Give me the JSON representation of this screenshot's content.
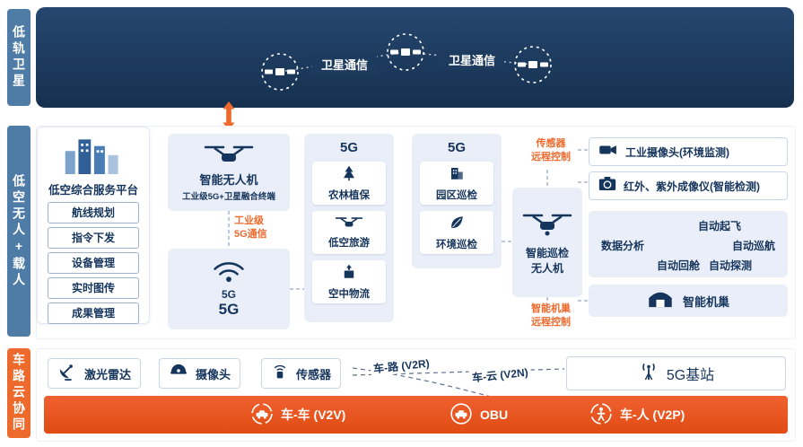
{
  "colors": {
    "navy": "#1d3a5f",
    "side_label_blue": "#4e7ca6",
    "accent_orange": "#ed6a2c",
    "bar_orange": "#e8551e",
    "panel_blue": "#e9eef8"
  },
  "satellite_band": {
    "side_label": "低轨卫星",
    "links": [
      "卫星通信",
      "卫星通信"
    ]
  },
  "air_band": {
    "side_label": "低空无人+载人",
    "platform": {
      "title": "低空综合服务平台",
      "items": [
        "航线规划",
        "指令下发",
        "设备管理",
        "实时图传",
        "成果管理"
      ]
    },
    "smart_drone": {
      "title": "智能无人机",
      "subtitle": "工业级5G+卫星融合终端"
    },
    "industrial_5g_link": "工业级\n5G通信",
    "g5_terminal": {
      "small_label": "5G",
      "big_label": "5G"
    },
    "apps_col1": {
      "header": "5G",
      "items": [
        "农林植保",
        "低空旅游",
        "空中物流"
      ]
    },
    "apps_col2": {
      "header": "5G",
      "items": [
        "园区巡检",
        "环境巡检"
      ]
    },
    "inspection_drone": {
      "title": "智能巡检\n无人机"
    },
    "sensor_remote_label": "传感器\n远程控制",
    "nest_remote_label": "智能机巢\n远程控制",
    "payloads": [
      "工业摄像头(环境监测)",
      "红外、紫外成像仪(智能检测)"
    ],
    "capabilities": {
      "data_analysis": "数据分析",
      "auto_takeoff": "自动起飞",
      "auto_cruise": "自动巡航",
      "auto_return": "自动回舱",
      "auto_detect": "自动探测"
    },
    "nest_label": "智能机巢"
  },
  "vehicle_band": {
    "side_label": "车路云协同",
    "sensors": [
      "激光雷达",
      "摄像头",
      "传感器"
    ],
    "links": [
      "车-路 (V2R)",
      "车-云 (V2N)"
    ],
    "station_label": "5G基站",
    "bus": [
      "车-车 (V2V)",
      "OBU",
      "车-人 (V2P)"
    ]
  }
}
